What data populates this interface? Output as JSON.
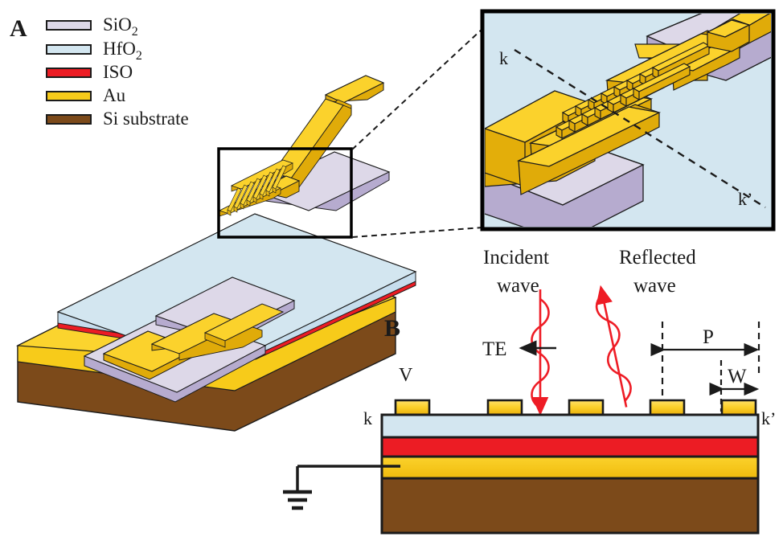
{
  "figure": {
    "panels": [
      {
        "id": "A",
        "letter": "A",
        "description": "3D isometric schematic of layered device"
      },
      {
        "id": "B",
        "letter": "B",
        "description": "cross-section along k-k' with incident and reflected TE wave"
      }
    ]
  },
  "legend": {
    "items": [
      {
        "label": "SiO2",
        "base": "SiO",
        "sub": "2",
        "color": "#ddd8e8"
      },
      {
        "label": "HfO2",
        "base": "HfO",
        "sub": "2",
        "color": "#d3e6f0"
      },
      {
        "label": "ISO",
        "base": "ISO",
        "sub": "",
        "color": "#ec1c24"
      },
      {
        "label": "Au",
        "base": "Au",
        "sub": "",
        "color": "#f7cb1a"
      },
      {
        "label": "Si substrate",
        "base": "Si substrate",
        "sub": "",
        "color": "#7c4a1a"
      }
    ]
  },
  "panel_a": {
    "letter": "A",
    "callout_box_label": "zoom-region"
  },
  "inset": {
    "k_label": "k",
    "kprime_label": "k’"
  },
  "panel_b": {
    "letter": "B",
    "incident_wave_label_line1": "Incident",
    "incident_wave_label_line2": "wave",
    "reflected_wave_label_line1": "Reflected",
    "reflected_wave_label_line2": "wave",
    "te_label": "TE",
    "voltage_label": "V",
    "pitch_label": "P",
    "width_label": "W",
    "k_label": "k",
    "kprime_label": "k’"
  },
  "colors": {
    "sio2": "#ddd8e8",
    "sio2_side": "#c3bad8",
    "sio2_front": "#b6abcf",
    "hfo2": "#d3e6f0",
    "hfo2_side": "#bcd9e8",
    "iso": "#ec1c24",
    "iso_side": "#c3121a",
    "au": "#f7cb1a",
    "au_light": "#ffd941",
    "au_side": "#e0ab09",
    "au_dark": "#d39c06",
    "si": "#7c4a1a",
    "si_side": "#66380f",
    "outline": "#1b1b1b",
    "wave": "#ee1c25",
    "white": "#ffffff"
  }
}
